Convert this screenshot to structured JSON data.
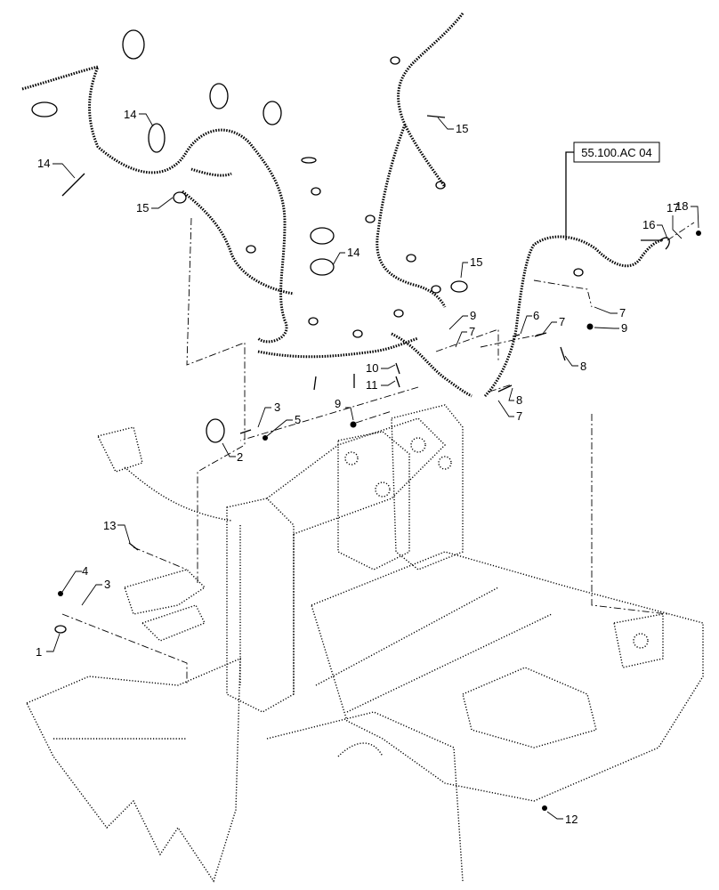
{
  "reference_box": {
    "label": "55.100.AC 04"
  },
  "callouts": [
    "1",
    "2",
    "3",
    "3",
    "4",
    "5",
    "6",
    "7",
    "7",
    "7",
    "7",
    "8",
    "8",
    "9",
    "9",
    "9",
    "10",
    "11",
    "12",
    "13",
    "14",
    "14",
    "14",
    "15",
    "15",
    "15",
    "16",
    "17",
    "18"
  ]
}
